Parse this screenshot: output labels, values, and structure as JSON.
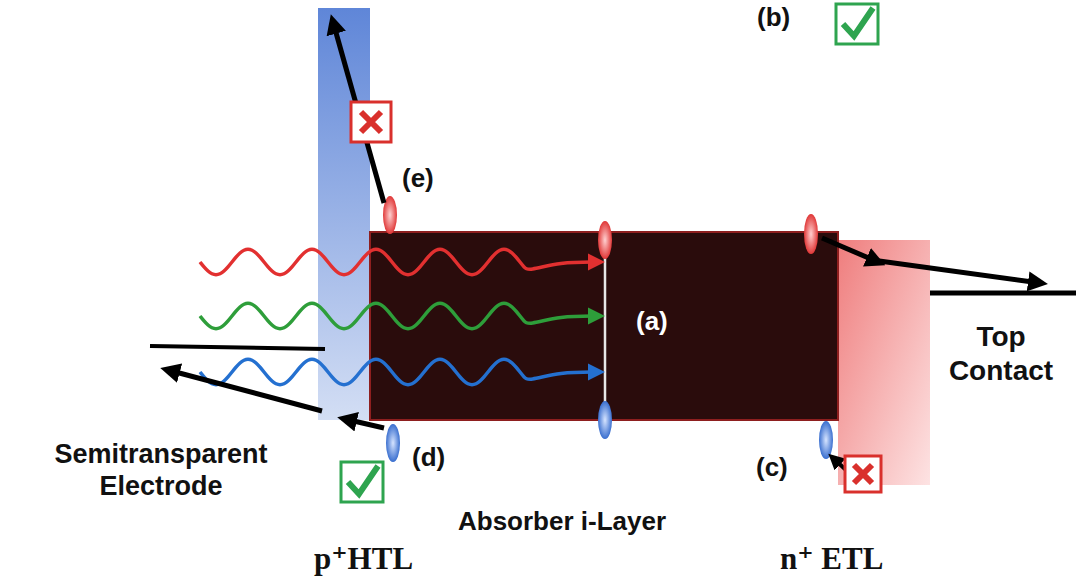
{
  "diagram": {
    "labels": [
      "(e)",
      "(b)",
      "(a)",
      "(d)",
      "(c)",
      "Top Contact",
      "Semitransparent Electrode",
      "Absorber i-Layer",
      "p⁺HTL",
      "n⁺ ETL"
    ]
  }
}
